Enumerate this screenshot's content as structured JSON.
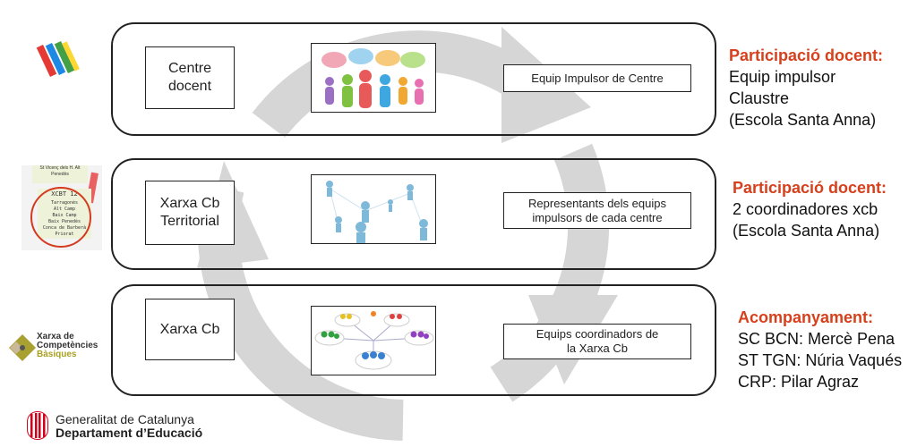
{
  "rows": [
    {
      "left": "Centre docent",
      "right": "Equip Impulsor de Centre",
      "side_title": "Participació docent:",
      "side_lines": [
        "Equip impulsor",
        "Claustre",
        "(Escola Santa Anna)"
      ]
    },
    {
      "left": "Xarxa Cb Territorial",
      "right": "Representants dels equips impulsors de cada centre",
      "side_title": "Participació docent:",
      "side_lines": [
        "2 coordinadores xcb",
        "(Escola Santa Anna)"
      ]
    },
    {
      "left": "Xarxa Cb",
      "right": "Equips coordinadors de la Xarxa Cb",
      "side_title": "Acompanyament:",
      "side_lines": [
        "SC BCN: Mercè Pena",
        "ST TGN: Núria Vaqués",
        "CRP: Pilar Agraz"
      ]
    }
  ],
  "map_card": {
    "title": "XCBT 12",
    "lines": [
      "Tarragonès",
      "Alt Camp",
      "Baix Camp",
      "Baix Penedès",
      "Conca de Barberà",
      "Priorat"
    ],
    "top": "St Vicenç dels H. Alt Penedès"
  },
  "xcb_logo": {
    "line1": "Xarxa de",
    "line2": "Competències",
    "line3": "Bàsiques"
  },
  "gencat": {
    "line1": "Generalitat de Catalunya",
    "line2": "Departament d’Educació"
  },
  "colors": {
    "accent": "#d6401c",
    "arrow": "#d4d4d4"
  }
}
